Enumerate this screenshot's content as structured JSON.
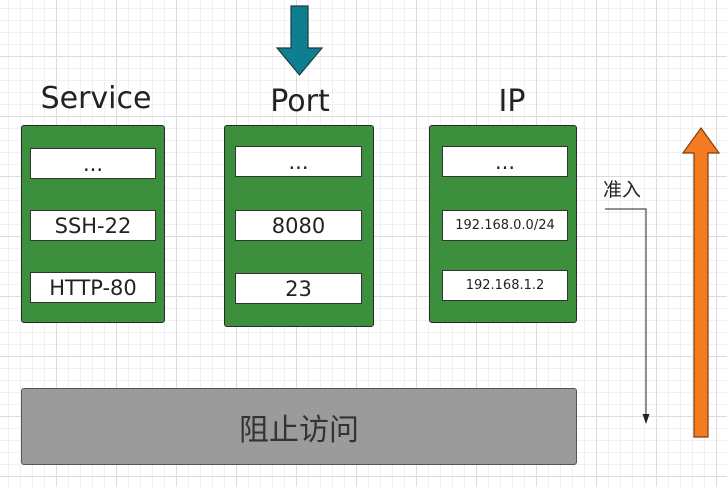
{
  "columns": [
    {
      "title": "Service",
      "items": [
        "...",
        "SSH-22",
        "HTTP-80"
      ]
    },
    {
      "title": "Port",
      "items": [
        "...",
        "8080",
        "23"
      ]
    },
    {
      "title": "IP",
      "items": [
        "...",
        "192.168.0.0/24",
        "192.168.1.2"
      ]
    }
  ],
  "block_label": "阻止访问",
  "allow_label": "准入",
  "colors": {
    "panel_green": "#3b8f3d",
    "block_gray": "#9b9b9b",
    "down_arrow_teal": "#0e7f90",
    "up_arrow_orange": "#f47b20"
  },
  "icons": {
    "top_arrow": "arrow-down-icon",
    "side_arrow": "arrow-up-icon",
    "allow_arrow": "arrow-down-icon"
  }
}
